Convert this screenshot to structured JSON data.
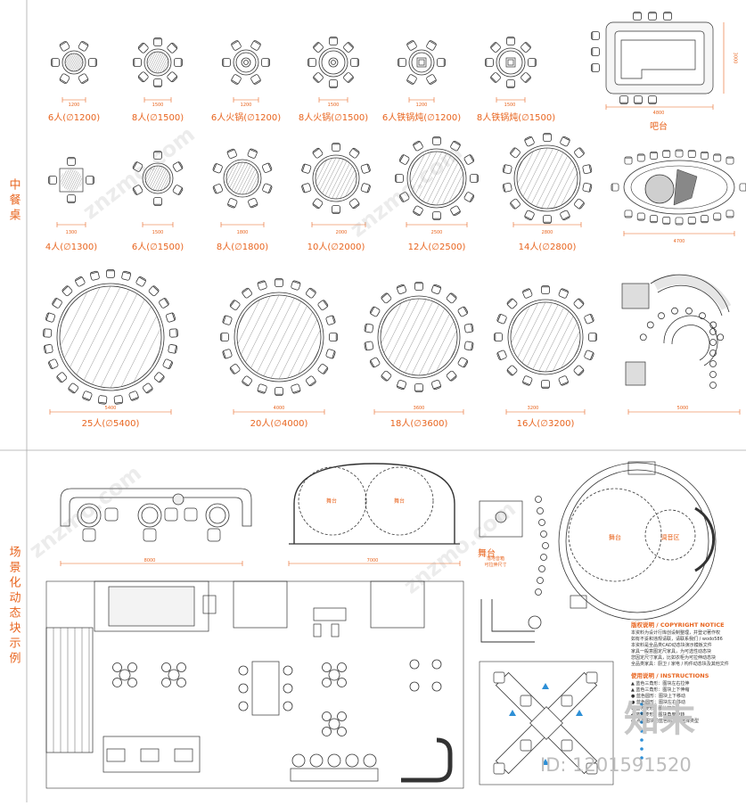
{
  "section_labels": {
    "top": "中餐桌",
    "bottom": "场景化动态块示例"
  },
  "row1": [
    {
      "label": "6人(∅1200)",
      "dim": "1200"
    },
    {
      "label": "8人(∅1500)",
      "dim": "1500"
    },
    {
      "label": "6人火锅(∅1200)",
      "dim": "1200"
    },
    {
      "label": "8人火锅(∅1500)",
      "dim": "1500"
    },
    {
      "label": "6人铁锅炖(∅1200)",
      "dim": "1200"
    },
    {
      "label": "8人铁锅炖(∅1500)",
      "dim": "1500"
    }
  ],
  "bar": {
    "label": "吧台",
    "dim_w": "4800",
    "dim_h": "3000"
  },
  "row2": [
    {
      "label": "4人(∅1300)",
      "dim": "1300"
    },
    {
      "label": "6人(∅1500)",
      "dim": "1500"
    },
    {
      "label": "8人(∅1800)",
      "dim": "1800"
    },
    {
      "label": "10人(∅2000)",
      "dim": "2000"
    },
    {
      "label": "12人(∅2500)",
      "dim": "2500"
    },
    {
      "label": "14人(∅2800)",
      "dim": "2800"
    }
  ],
  "oval_dim": "4700",
  "row3": [
    {
      "label": "25人(∅5400)",
      "dim": "5400"
    },
    {
      "label": "20人(∅4000)",
      "dim": "4000"
    },
    {
      "label": "18人(∅3600)",
      "dim": "3600"
    },
    {
      "label": "16人(∅3200)",
      "dim": "3200"
    }
  ],
  "curve_dim": "5000",
  "scene": {
    "dim_sofa": "8000",
    "dim_stage": "7000",
    "stage_labels": [
      "舞台",
      "舞台"
    ],
    "stage_small": "舞台",
    "stage_small_note1": "落地音箱",
    "stage_small_note2": "可拉伸尺寸",
    "big_stage": "舞台",
    "big_stage_2": "调音区"
  },
  "info": {
    "copyright_title": "版权说明 / COPYRIGHT NOTICE",
    "copyright_lines": [
      "本资料为设计行库创设制整理，并登记著作权",
      "如有不妥和违规请联，请联系我们 / wodo586",
      "本资料是全品类CAD动态块演示模板文件",
      "家具一般意图定尺家具，为可选性动态块",
      "您因定尺寸家具，比如衣柜为可拉伸动态块",
      "全品类家具：厨卫 / 家电 / 构件动态块及其他文件"
    ],
    "instructions_title": "使用说明 / INSTRUCTIONS",
    "instruction_lines": [
      "▲ 蓝色三角形：图块左右拉伸",
      "▲ 蓝色三角形：图块上下伸缩",
      "● 蓝色圆形：图块上下移动",
      "● 蓝色圆形：图块左右移动",
      "◆ 蓝色菱形：图块镜像",
      "◆ 蓝色菱形：图块角度旋转",
      "● 点击图块的蓝色箭头：选择类型"
    ]
  },
  "watermark": "znzmo.com",
  "logo": "知末",
  "id_text": "ID: 1201591520"
}
